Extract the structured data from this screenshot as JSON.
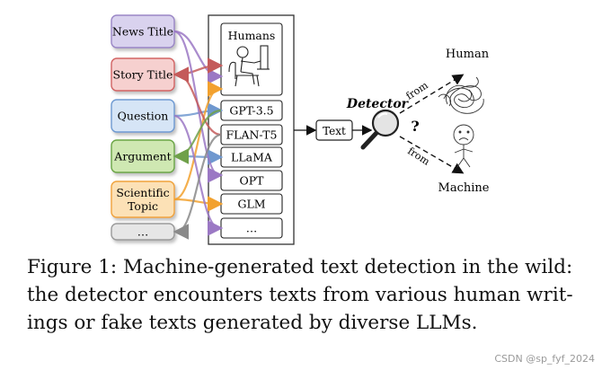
{
  "sources": [
    {
      "label": "News Title",
      "fill": "#d9d2ee",
      "stroke": "#9a86c6"
    },
    {
      "label": "Story Title",
      "fill": "#f6d0cf",
      "stroke": "#d26464"
    },
    {
      "label": "Question",
      "fill": "#d6e5f6",
      "stroke": "#6e9ad2"
    },
    {
      "label": "Argument",
      "fill": "#cfe8b2",
      "stroke": "#6aa544"
    },
    {
      "label_lines": [
        "Scientific",
        "Topic"
      ],
      "fill": "#fce1b6",
      "stroke": "#f0a23a"
    },
    {
      "label": "…",
      "fill": "#e6e6e6",
      "stroke": "#9a9a9a"
    }
  ],
  "generators": [
    "Humans",
    "GPT-3.5",
    "FLAN-T5",
    "LLaMA",
    "OPT",
    "GLM",
    "…"
  ],
  "text_box": "Text",
  "detector_label": "Detector",
  "question_mark": "?",
  "branch_labels": {
    "from_top": "from",
    "from_bottom": "from"
  },
  "outcomes": {
    "top": "Human",
    "bottom": "Machine"
  },
  "caption": [
    "Figure 1: Machine-generated text detection in the wild:",
    "the detector encounters texts from various human writ-",
    "ings or fake texts generated by diverse LLMs."
  ],
  "watermark": "CSDN @sp_fyf_2024",
  "colors": {
    "purple": "#9b78c4",
    "red": "#c45a5a",
    "blue": "#6f98cf",
    "green": "#6fa04a",
    "orange": "#f2a12e",
    "gray": "#8a8a8a"
  }
}
